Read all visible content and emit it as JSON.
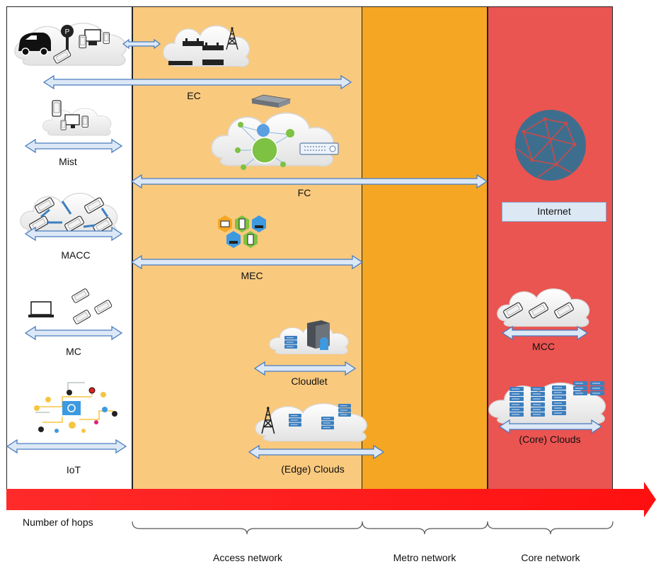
{
  "zones": {
    "colors": {
      "device": "#ffffff",
      "access": "#f9c97e",
      "metro": "#f5a623",
      "core": "#ea5451"
    }
  },
  "labels": {
    "ec": "EC",
    "mist": "Mist",
    "fc": "FC",
    "macc": "MACC",
    "mec": "MEC",
    "mc": "MC",
    "cloudlet": "Cloudlet",
    "iot": "IoT",
    "edge_clouds": "(Edge) Clouds",
    "internet": "Internet",
    "mcc": "MCC",
    "core_clouds": "(Core) Clouds"
  },
  "axis": {
    "hops_label": "Number of hops",
    "access": "Access network",
    "metro": "Metro network",
    "core": "Core network"
  },
  "icons": [
    "car-icon",
    "parking-meter-icon",
    "smartphone-icon",
    "laptop-icon",
    "router-icon",
    "antenna-tower-icon",
    "server-rack-icon",
    "network-switch-icon",
    "globe-icon",
    "hexagon-device-icon",
    "cloud-icon"
  ]
}
